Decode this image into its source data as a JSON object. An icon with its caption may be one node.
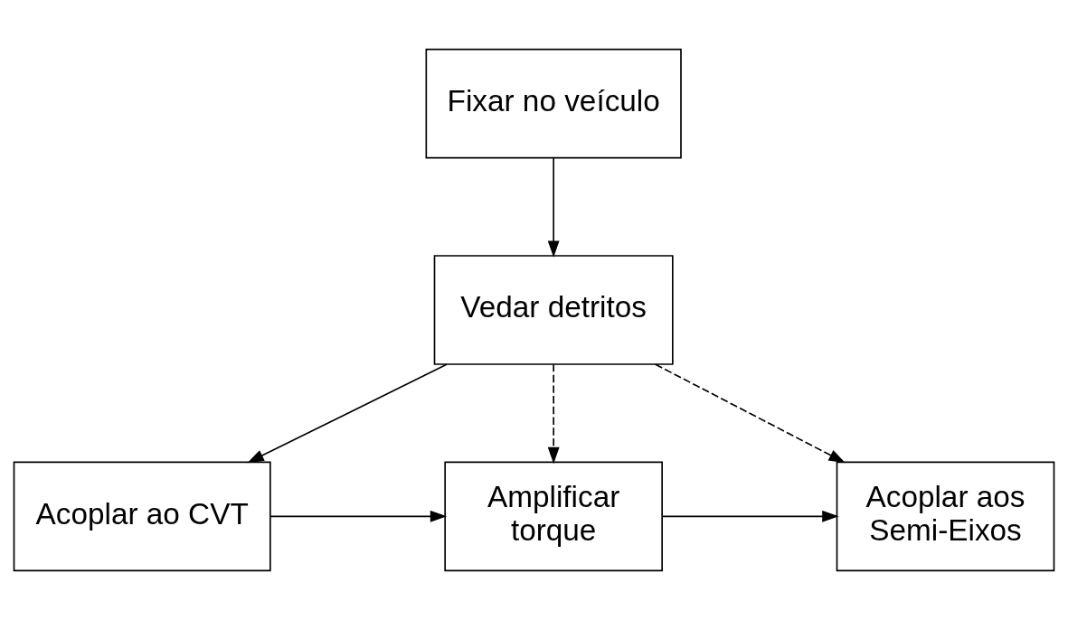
{
  "diagram": {
    "nodes": [
      {
        "text": [
          "Fixar no veículo"
        ]
      },
      {
        "text": [
          "Vedar detritos"
        ]
      },
      {
        "text": [
          "Acoplar ao CVT"
        ]
      },
      {
        "text": [
          "Amplificar torque"
        ]
      },
      {
        "text": [
          "Acoplar aos Semi-Eixos"
        ]
      }
    ],
    "edges": [
      {
        "from": 0,
        "to": 1,
        "arrow": "to"
      },
      {
        "from": 1,
        "to": 2,
        "arrow": "to"
      },
      {
        "from": 1,
        "to": 3,
        "arrow": "to",
        "style": "dashed"
      },
      {
        "from": 1,
        "to": 4,
        "arrow": "to",
        "style": "dashed"
      },
      {
        "from": 2,
        "to": 3,
        "arrow": "to"
      },
      {
        "from": 3,
        "to": 4,
        "arrow": "to"
      }
    ]
  }
}
